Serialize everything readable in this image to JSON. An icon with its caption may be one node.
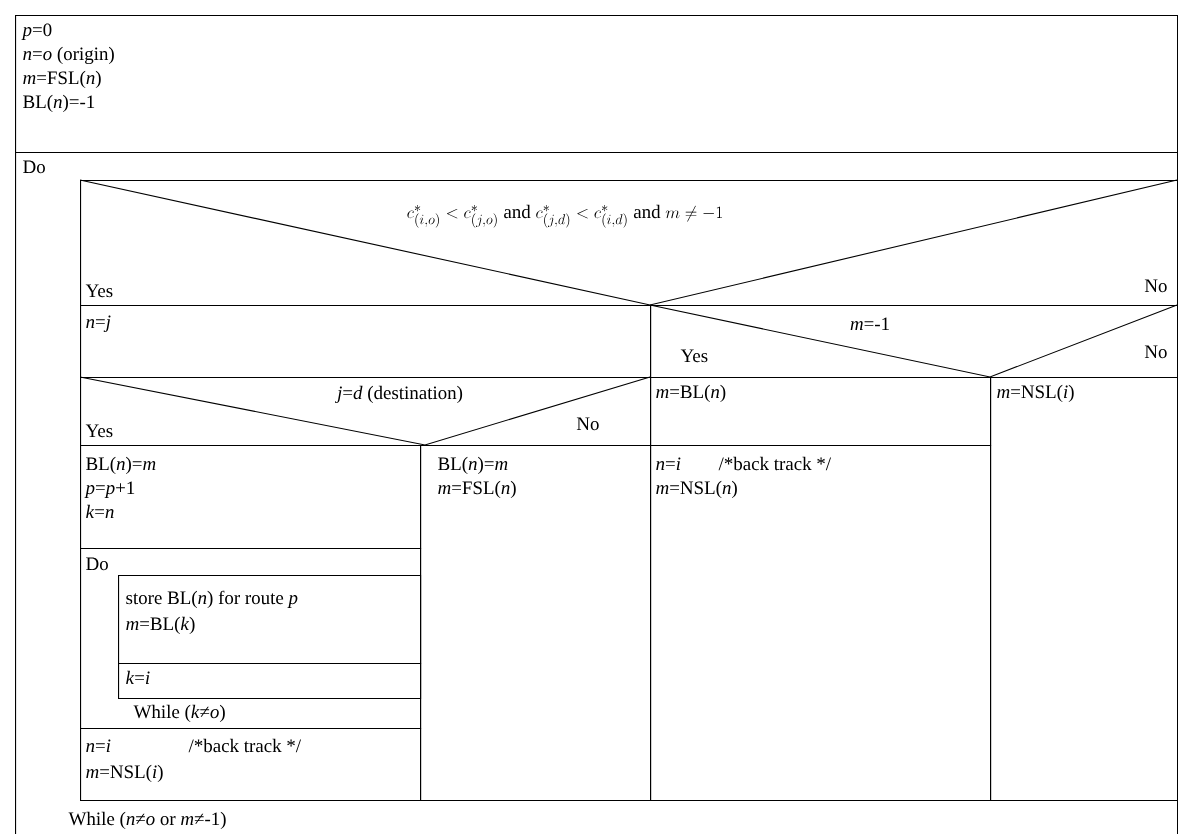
{
  "diagram": {
    "nodes": [
      {
        "text": [
          "*p*=0",
          "*n*=*o* (origin)",
          "*m*=FSL(*n*)",
          "BL(*n*)=-1"
        ]
      },
      {
        "text": [
          "Do",
          "While (*n*≠*o* or *m*≠-1)"
        ]
      },
      {
        "text": [
          "c^{*}_{(i,o)} < c^{*}_{(j,o)}\\ \\mathrm{and}\\ c^{*}_{(j,d)} < c^{*}_{(i,d)}\\ \\mathrm{and}\\ m \\neq -1",
          "Yes",
          "No"
        ],
        "in": 1
      },
      {
        "text": [
          "*n*=*j*"
        ],
        "in": 1
      },
      {
        "text": [
          "*j*=*d* (destination)",
          "Yes",
          "No"
        ],
        "in": 1
      },
      {
        "text": [
          "BL(*n*)=*m*",
          "*p*=*p*+1",
          "*k*=*n*"
        ],
        "in": 1
      },
      {
        "text": [
          "Do",
          "While (*k*≠*o*)"
        ],
        "in": 1
      },
      {
        "text": [
          "store BL(*n*) for route *p*",
          "*m*=BL(*k*)"
        ],
        "in": 6
      },
      {
        "text": [
          "*k*=*i*"
        ],
        "in": 6
      },
      {
        "text": [
          "*n*=*i*",
          "/*back track */",
          "*m*=NSL(*i*)"
        ],
        "in": 1
      },
      {
        "text": [
          "BL(*n*)=*m*",
          "*m*=FSL(*n*)"
        ],
        "in": 1
      },
      {
        "text": [
          "*m*=-1",
          "Yes",
          "No"
        ],
        "in": 1
      },
      {
        "text": [
          "*m*=BL(*n*)"
        ],
        "in": 1
      },
      {
        "text": [
          "*n*=*i*",
          "/*back track */",
          "*m*=NSL(*n*)"
        ],
        "in": 1
      },
      {
        "text": [
          "*m*=NSL(*i*)"
        ],
        "in": 1
      }
    ]
  }
}
